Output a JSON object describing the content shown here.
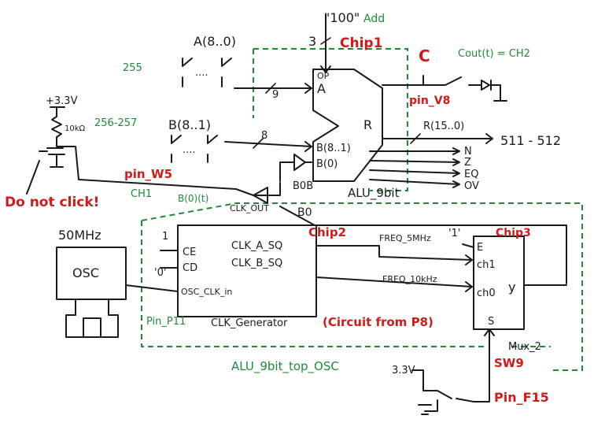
{
  "labels": {
    "add_value": "\"100\"",
    "add_label": "Add",
    "op_bits": "3",
    "chip1": "Chip1",
    "op": "OP",
    "a_port": "A",
    "b_port": "B(8..1)",
    "b0_port": "B(0)",
    "r_port": "R",
    "alu_name": "ALU_9bit",
    "a_bus": "A(8..0)",
    "a_width": "9",
    "b_bus": "B(8..1)",
    "b_width": "8",
    "a_range": "255",
    "b_range": "256-257",
    "c_label": "C",
    "cout_note": "Cout(t) = CH2",
    "pin_v8": "pin_V8",
    "r_bus": "R(15..0)",
    "r_range": "511 - 512",
    "flag_n": "N",
    "flag_z": "Z",
    "flag_eq": "EQ",
    "flag_ov": "OV",
    "vcc": "+3.3V",
    "resistor": "10kΩ",
    "pin_w5": "pin_W5",
    "do_not_click": "Do not click!",
    "ch1": "CH1",
    "b0_t": "B(0)(t)",
    "clk_out": "CLK_OUT",
    "b0b": "B0B",
    "b0": "B0",
    "osc_freq": "50MHz",
    "osc": "OSC",
    "clkgen_1": "1",
    "clkgen_ce": "CE",
    "clkgen_0": "'0'",
    "clkgen_cd": "CD",
    "clkgen_osc_in": "OSC_CLK_in",
    "clk_a_sq": "CLK_A_SQ",
    "clk_b_sq": "CLK_B_SQ",
    "clk_generator": "CLK_Generator",
    "chip2": "Chip2",
    "pin_p11": "Pin_P11",
    "circuit_from": "(Circuit from P8)",
    "freq_5mhz": "FREQ_5MHz",
    "freq_10khz": "FREQ_10kHz",
    "mux_1": "'1'",
    "mux_e": "E",
    "mux_ch1": "ch1",
    "mux_ch0": "ch0",
    "mux_y": "y",
    "mux_s": "S",
    "chip3": "Chip3",
    "mux_name": "Mux_2",
    "sw9": "SW9",
    "vcc2": "3.3V",
    "pin_f15": "Pin_F15",
    "top_name": "ALU_9bit_top_OSC"
  },
  "colors": {
    "ink": "#1a1a1a",
    "red": "#d21a1a",
    "green": "#1f8a3a"
  }
}
